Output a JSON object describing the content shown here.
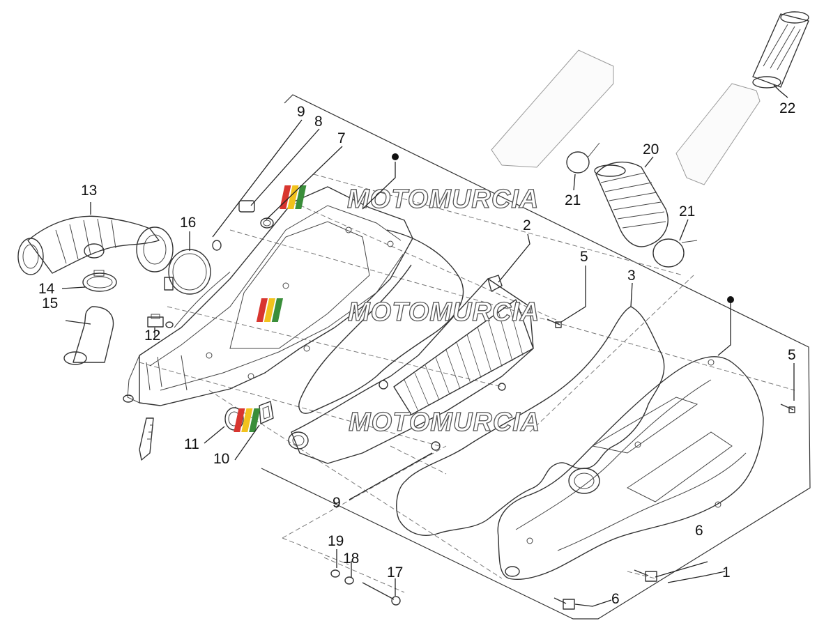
{
  "watermark": {
    "text": "MOTOMURCIA",
    "colors": [
      "#d8362f",
      "#f2c21d",
      "#3a8e3a",
      "#999999"
    ]
  },
  "callouts": {
    "c1": "1",
    "c2": "2",
    "c3": "3",
    "c5a": "5",
    "c5b": "5",
    "c6a": "6",
    "c6b": "6",
    "c7": "7",
    "c8": "8",
    "c9a": "9",
    "c9b": "9",
    "c10": "10",
    "c11": "11",
    "c12": "12",
    "c13": "13",
    "c14": "14",
    "c15": "15",
    "c16": "16",
    "c17": "17",
    "c18": "18",
    "c19": "19",
    "c20": "20",
    "c21a": "21",
    "c21b": "21",
    "c22": "22"
  }
}
